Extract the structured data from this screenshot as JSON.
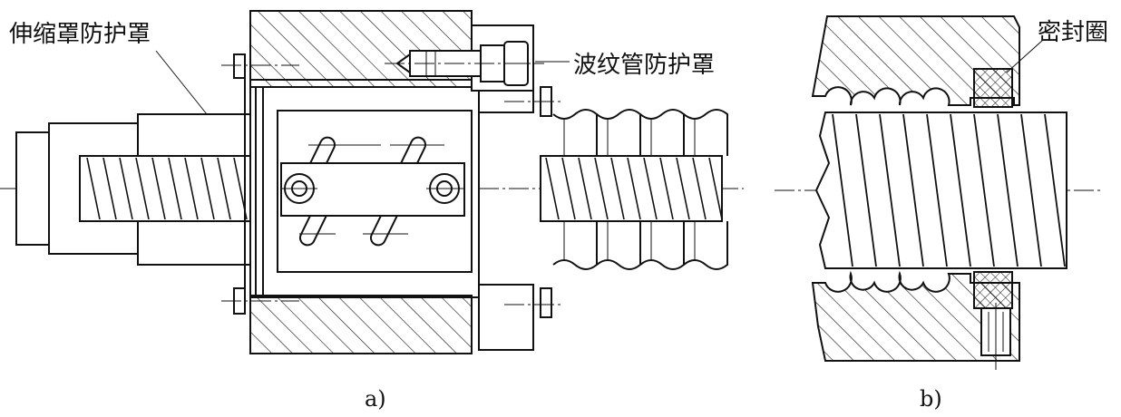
{
  "labels": {
    "telescopic_cover": "伸缩罩防护罩",
    "bellows_cover": "波纹管防护罩",
    "seal_ring": "密封圈"
  },
  "captions": {
    "a": "a)",
    "b": "b)"
  },
  "colors": {
    "line": "#111111",
    "background": "#ffffff"
  }
}
